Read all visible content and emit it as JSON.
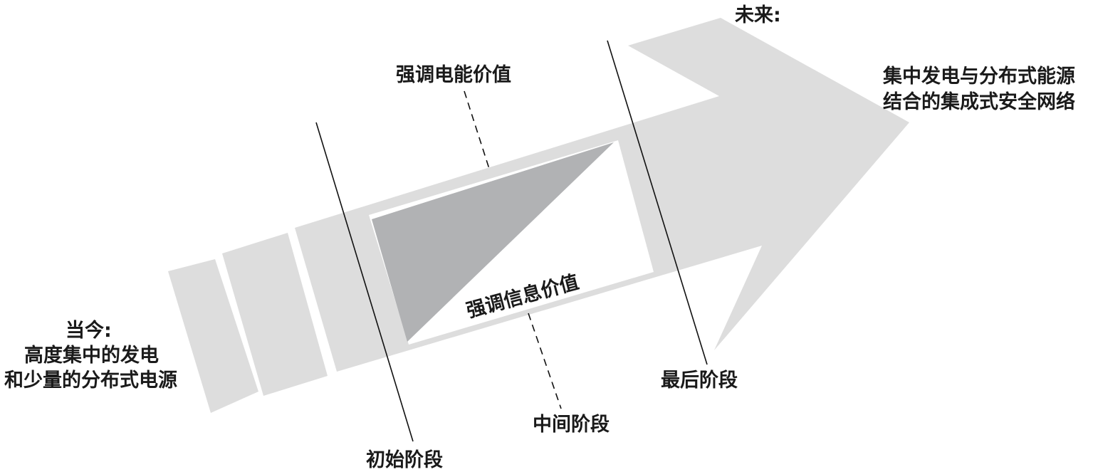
{
  "labels": {
    "current_title": "当今:",
    "current_line1": "高度集中的发电",
    "current_line2": "和少量的分布式电源",
    "future_title": "未来:",
    "future_line1": "集中发电与分布式能源",
    "future_line2": "结合的集成式安全网络",
    "electric_value": "强调电能价值",
    "information_value": "强调信息价值",
    "stage_initial": "初始阶段",
    "stage_middle": "中间阶段",
    "stage_final": "最后阶段"
  },
  "colors": {
    "arrow": "#dddddd",
    "wedge": "#b1b2b4",
    "line": "#111111",
    "text": "#1a1a1a"
  }
}
